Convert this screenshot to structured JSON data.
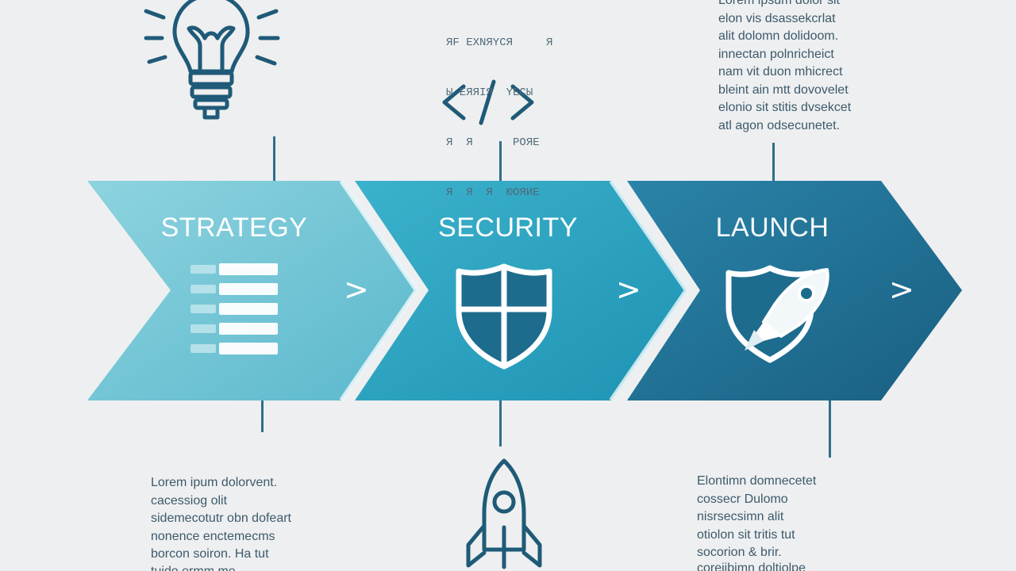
{
  "steps": [
    {
      "title": "STRATEGY",
      "chevron": ">",
      "icon": "list-icon"
    },
    {
      "title": "SECURITY",
      "chevron": ">",
      "icon": "shield-icon"
    },
    {
      "title": "LAUNCH",
      "chevron": ">",
      "icon": "rocket-shield-icon"
    }
  ],
  "top_icons": [
    "lightbulb-icon",
    "code-icon"
  ],
  "bottom_icons": [
    "rocket-icon"
  ],
  "code_text": {
    "lines": [
      "ЯF ЕХNЯYCЯ     Я",
      "Ы ЕЯЯIЯ  YЕCЫ  ",
      "Я  Я      РОЯЕ ",
      "Я  Я  Я  ЮOЯИЕ "
    ]
  },
  "text_top_right": {
    "lines": [
      "Lorem ipsum dolor sit",
      "elon vis dsassekcrlat",
      "alit dolomn dolidoom.",
      "innectan polnricheict",
      "nam vit duon mhicrect",
      "bleint ain mtt dovovelet",
      "elonio sit stitis dvsekcet",
      "atl agon odsecunetet."
    ]
  },
  "text_bottom_left": {
    "lines": [
      "Lorem ipum dolorvent.",
      "cacessiog olit",
      "sidemecotutr obn dofeart",
      "nonence enctemecms",
      "borcon soiron. Ha tut",
      "tuido ermm me"
    ]
  },
  "text_bottom_right": {
    "lines": [
      "Elontimn domnecetet",
      "cossecr Dulomo",
      "nisrsecsimn alit",
      "otiolon sit tritis tut",
      "socorion & brir.",
      "coreiibimn doltiolpe"
    ]
  },
  "colors": {
    "step1": "#6fc3d3",
    "step2": "#2ea5c2",
    "step3": "#1f6f92",
    "line": "#2e6f8c",
    "icon_stroke": "#1f5a78"
  }
}
